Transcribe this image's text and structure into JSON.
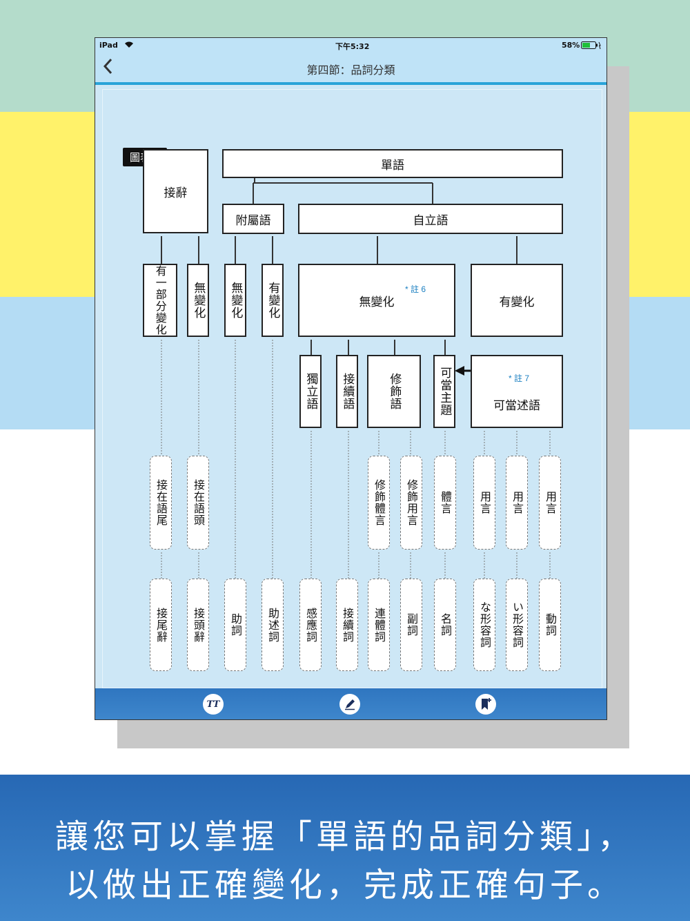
{
  "colors": {
    "band1": "#b4dccb",
    "band2": "#fff26a",
    "band3": "#b4dcf4",
    "band4": "#ffffff",
    "accent": "#2f76c0"
  },
  "statusbar": {
    "device": "iPad",
    "time": "下午5:32",
    "battery": "58%"
  },
  "navbar": {
    "back_icon": "chevron-left-icon",
    "title": "第四節：品詞分類"
  },
  "chart": {
    "label": "圖表 3",
    "root": "單語",
    "affix": "接辭",
    "dependent": "附屬語",
    "independent": "自立語",
    "affix_partial": "有一部分變化",
    "affix_none": "無變化",
    "dep_none": "無變化",
    "dep_change": "有變化",
    "ind_none": "無變化",
    "ind_change": "有變化",
    "note6": "* 註 6",
    "note7": "* 註 7",
    "independent_word": "獨立語",
    "conjunctive_word": "接續語",
    "modifier_word": "修飾語",
    "subject_word": "可當主題",
    "predicate_word": "可當述語",
    "mid": [
      "接在語尾",
      "接在語頭",
      "修飾體言",
      "修飾用言",
      "體言",
      "用言",
      "用言",
      "用言"
    ],
    "leaves": [
      "接尾辭",
      "接頭辭",
      "助詞",
      "助述詞",
      "感應詞",
      "接續詞",
      "連體詞",
      "副詞",
      "名詞",
      "な形容詞",
      "い形容詞",
      "動詞"
    ]
  },
  "toolbar": {
    "font_icon": "text-size-icon",
    "font_label": "TT",
    "note_icon": "pencil-icon",
    "bookmark_icon": "bookmark-add-icon"
  },
  "caption": {
    "line1": "讓您可以掌握「單語的品詞分類」，",
    "line2": "以做出正確變化，完成正確句子。"
  }
}
